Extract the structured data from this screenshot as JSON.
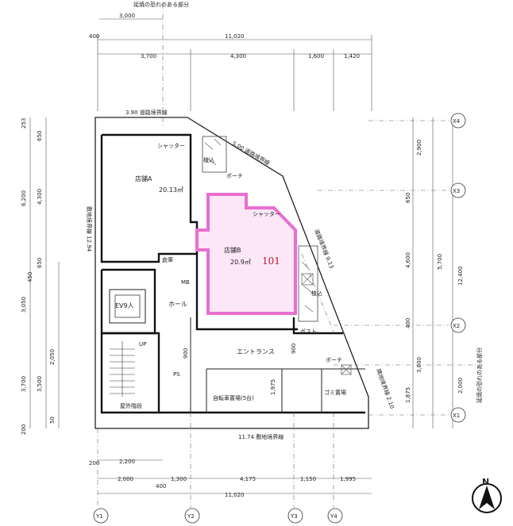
{
  "top": {
    "overhang_note": "延焼の恐れのある部分",
    "dim_3000": "3,000",
    "dim_400": "400",
    "total": "11,020",
    "segments": [
      "3,700",
      "4,300",
      "1,600",
      "1,420"
    ]
  },
  "bottom": {
    "row1": [
      "2,200"
    ],
    "row2": [
      "2,000",
      "1,300",
      "4,175",
      "1,150",
      "1,995"
    ],
    "dim_400": "400",
    "total": "11,020",
    "dim_200": "200"
  },
  "left": {
    "outer": [
      "253",
      "6,200",
      "3,050",
      "3,700",
      "200"
    ],
    "inner": [
      "650",
      "4,300",
      "650",
      "450",
      "2,050",
      "3,500",
      "50"
    ],
    "inner2": [
      "2,050"
    ]
  },
  "right": {
    "a": [
      "2,900",
      "650",
      "4,600",
      "400",
      "3,800",
      "1,875"
    ],
    "b": [
      "5,700",
      "12,400",
      "2,000"
    ]
  },
  "grid": {
    "x": [
      "X1",
      "X2",
      "X3",
      "X4"
    ],
    "y": [
      "Y1",
      "Y2",
      "Y3",
      "Y4"
    ]
  },
  "boundaries": {
    "top": "3.90 道路境界線",
    "diag": "5.00 道路境界線",
    "right": "道路境界線 9.13",
    "bottom": "11.74 敷地境界線",
    "left": "敷地境界線 12.94",
    "corner": "隣地境界線 2.10"
  },
  "rooms": {
    "store_a": "店舗A",
    "store_a_area": "20.13㎡",
    "store_b": "店舗B",
    "store_b_area": "20.9㎡",
    "unit": "101",
    "shutter_a": "シャッター",
    "shutter_b": "シャッター",
    "planting_a": "植込",
    "planting_b": "植込",
    "porch_top": "ポーチ",
    "storage": "倉庫",
    "mb": "MB",
    "elevator": "EV9人",
    "hall": "ホール",
    "up": "UP",
    "entrance": "エントランス",
    "post": "ポスト",
    "porch_bottom": "ポーチ",
    "ps": "PS",
    "bicycle": "自転車置場(5台)",
    "garbage": "ゴミ置場",
    "stairs": "屋外階段",
    "dim_1975": "1,975",
    "dim_900a": "900",
    "dim_900b": "900"
  },
  "north": "N",
  "colors": {
    "highlight": "#e86fd0",
    "unit_label": "#c0141e"
  }
}
